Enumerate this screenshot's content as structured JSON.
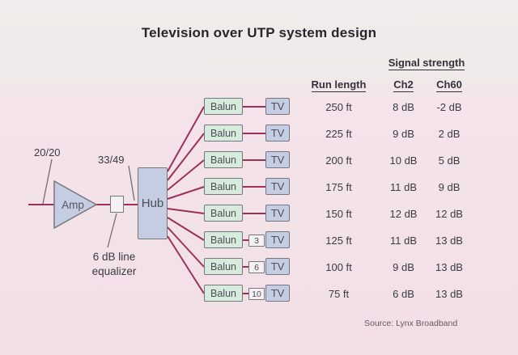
{
  "title": "Television over UTP system design",
  "colors": {
    "background_top": "#f1eceb",
    "background_bottom": "#f2dee6",
    "wire": "#9c3158",
    "box_blue_fill": "#c4cde2",
    "box_green_fill": "#d7ebdc",
    "box_border": "#76767f",
    "text": "#3b3b43"
  },
  "diagram": {
    "input_label": "20/20",
    "post_amp_label": "33/49",
    "amp_label": "Amp",
    "hub_label": "Hub",
    "equalizer_label": "6 dB line equalizer",
    "balun_label": "Balun",
    "tv_label": "TV",
    "attenuators": [
      "3",
      "6",
      "10"
    ]
  },
  "table": {
    "group_header": "Signal strength",
    "columns": {
      "run": "Run length",
      "ch2": "Ch2",
      "ch60": "Ch60"
    },
    "rows": [
      {
        "run": "250 ft",
        "ch2": "8 dB",
        "ch60": "-2 dB"
      },
      {
        "run": "225 ft",
        "ch2": "9 dB",
        "ch60": "2 dB"
      },
      {
        "run": "200 ft",
        "ch2": "10 dB",
        "ch60": "5 dB"
      },
      {
        "run": "175 ft",
        "ch2": "11 dB",
        "ch60": "9 dB"
      },
      {
        "run": "150 ft",
        "ch2": "12 dB",
        "ch60": "12 dB"
      },
      {
        "run": "125 ft",
        "ch2": "11 dB",
        "ch60": "13 dB"
      },
      {
        "run": "100 ft",
        "ch2": "9 dB",
        "ch60": "13 dB"
      },
      {
        "run": "75 ft",
        "ch2": "6 dB",
        "ch60": "13 dB"
      }
    ]
  },
  "source": "Source: Lynx Broadband"
}
